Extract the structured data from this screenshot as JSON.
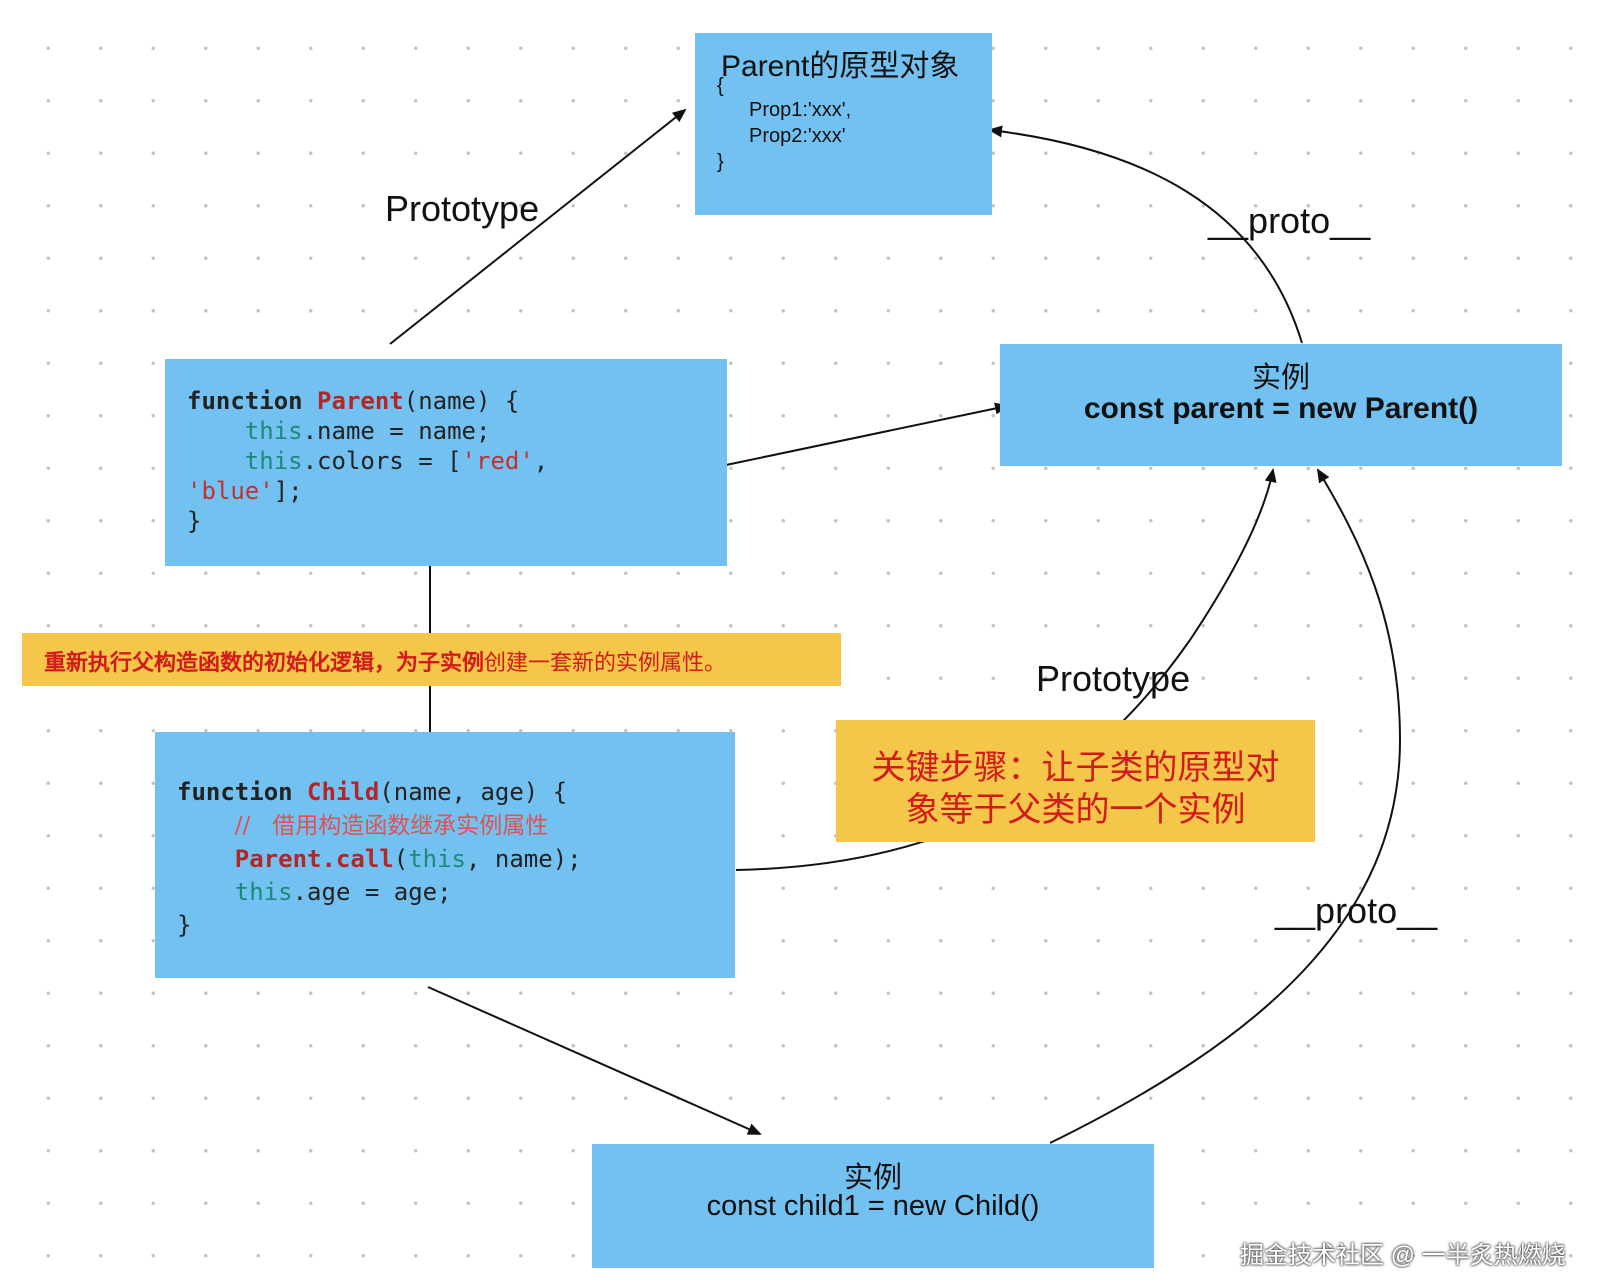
{
  "colors": {
    "box": "#72c1f1",
    "note": "#f4c649",
    "note_text": "#d21a1a",
    "arrow": "#111111"
  },
  "parent_prototype": {
    "title": "Parent的原型对象",
    "open_brace": "{",
    "prop1": "Prop1:'xxx',",
    "prop2": "Prop2:'xxx'",
    "close_brace": "}"
  },
  "parent_instance": {
    "title": "实例",
    "code": "const parent = new Parent()"
  },
  "parent_function": {
    "kw": "function",
    "name": "Parent",
    "params": "(name) {",
    "this1": "this",
    "line1_rest": ".name = name;",
    "this2": "this",
    "line2_mid": ".colors = [",
    "red": "'red'",
    "comma": ",",
    "blue": "'blue'",
    "line3_rest": "];",
    "close": "}"
  },
  "child_function": {
    "kw": "function",
    "name": "Child",
    "params": "(name, age) {",
    "comment": "//   借用构造函数继承实例属性",
    "call_fn": "Parent.call",
    "call_open": "(",
    "call_this": "this",
    "call_rest": ", name);",
    "this3": "this",
    "age_rest": ".age = age;",
    "close": "}"
  },
  "child_instance": {
    "title": "实例",
    "code": "const child1 = new Child()"
  },
  "notes": {
    "constructor_note_bold": "重新执行父构造函数的初始化逻辑，为子实例",
    "constructor_note_rest": "创建一套新的实例属性。",
    "key_step_line1": "关键步骤：让子类的原型对",
    "key_step_line2": "象等于父类的一个实例"
  },
  "labels": {
    "prototype_top": "Prototype",
    "proto_top": "__proto__",
    "prototype_mid": "Prototype",
    "proto_bottom": "__proto__"
  },
  "watermark": "掘金技术社区 @ 一半炙热燃烧"
}
